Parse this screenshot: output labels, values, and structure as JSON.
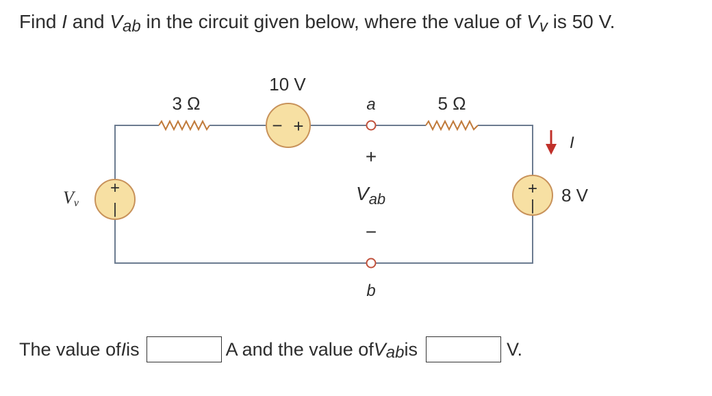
{
  "question": {
    "part1": "Find ",
    "var_i": "I",
    "part2": " and ",
    "var_v": "V",
    "sub_ab": "ab",
    "part3": " in the circuit given below, where the value of ",
    "sub_v": "v",
    "part4": " is 50 V."
  },
  "circuit": {
    "r1_label": "3 Ω",
    "r2_label": "5 Ω",
    "src_label": "10 V",
    "src_minus": "−",
    "src_plus": "+",
    "vv_label": "V",
    "vv_sub": "v",
    "vv_plus": "+",
    "vv_minus": "|",
    "v8_plus": "+",
    "v8_minus": "|",
    "v8_label": "8 V",
    "current_label": "I",
    "node_a": "a",
    "node_b": "b",
    "vab_plus": "+",
    "vab_label_v": "V",
    "vab_label_sub": "ab",
    "vab_minus": "−",
    "colors": {
      "wire": "#6b7b90",
      "source_fill": "#f7e0a3",
      "source_stroke": "#c8925a",
      "resistor": "#c07a3a",
      "arrow": "#c0302a",
      "node": "#c0503a"
    }
  },
  "answer": {
    "text1": "The value of ",
    "var_i": "I",
    "text2": " is",
    "text3": "A and the value of ",
    "var_v": "V",
    "sub_ab": "ab",
    "text4": " is",
    "text5": "V."
  }
}
